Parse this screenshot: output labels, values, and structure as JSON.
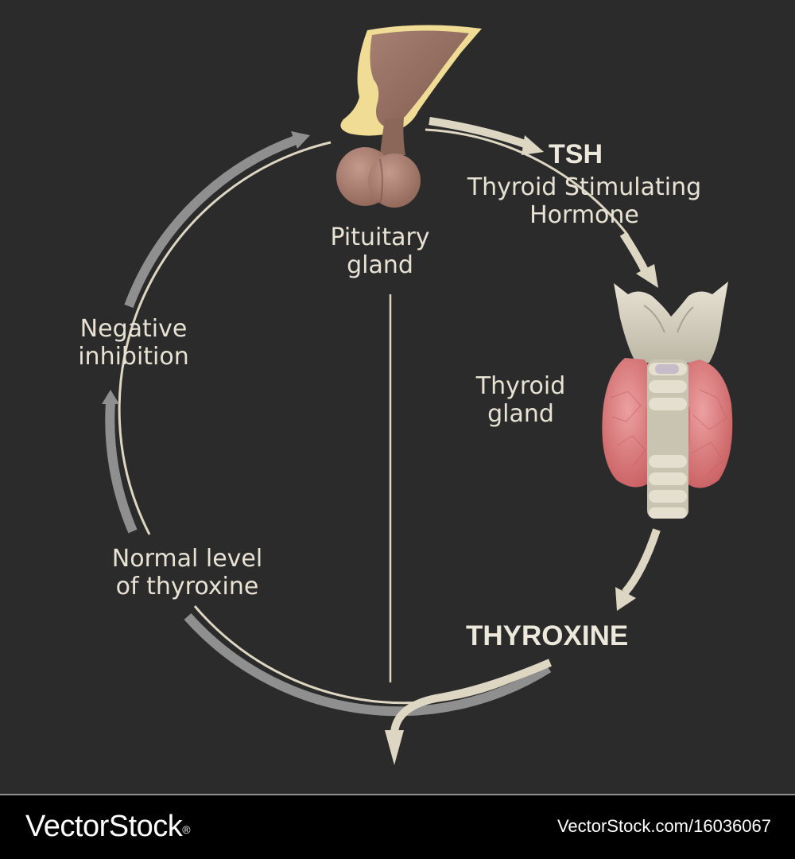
{
  "diagram": {
    "pituitary_label": [
      "Pituitary",
      "gland"
    ],
    "tsh_abbrev": "TSH",
    "tsh_full": [
      "Thyroid Stimulating",
      "Hormone"
    ],
    "thyroid_label": [
      "Thyroid",
      "gland"
    ],
    "thyroxine_label": "THYROXINE",
    "normal_level_label": [
      "Normal level",
      "of thyroxine"
    ],
    "negative_inhibition_label": [
      "Negative",
      "inhibition"
    ]
  },
  "colors": {
    "background": "#2b2b2b",
    "text": "#e7e2d3",
    "cycle_line": "#ddd6c2",
    "feedback_arrow": "#8f8f8f",
    "pituitary": "#a57b6c",
    "hypothalamus": "#f0dc95",
    "thyroid_lobes": "#df7f7f",
    "cartilage": "#dcd7c6"
  },
  "watermark": {
    "brand": "VectorStock",
    "registered_mark": "®",
    "image_id": "VectorStock.com/16036067"
  }
}
